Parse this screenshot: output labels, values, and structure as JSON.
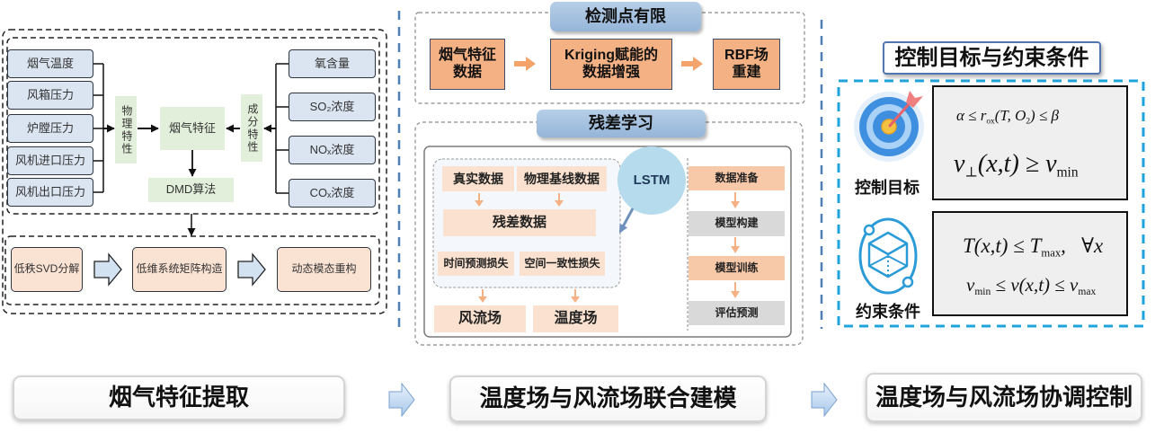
{
  "colors": {
    "input_box": "#dbe4f1",
    "feature_box": "#e2efda",
    "pipeline_box": "#fbe3d4",
    "orange_box": "#f4b183",
    "orange_arrow": "#f4a46a",
    "residual_box": "#fbe2d0",
    "lstm_circle": "#b6dbec",
    "gray_box": "#d9d9d9",
    "control_border": "#1fa3dc",
    "divider": "#4f7fb3"
  },
  "icons": {
    "objective": "target-icon",
    "constraint": "cube-icon",
    "stage_arrow": "block-arrow-right-icon"
  },
  "feature_extraction": {
    "physical_inputs": [
      "烟气温度",
      "风箱压力",
      "炉膛压力",
      "风机进口压力",
      "风机出口压力"
    ],
    "physical_label": "物理特性",
    "composition_inputs": [
      "氧含量",
      "SO₂浓度",
      "NOₓ浓度",
      "COₓ浓度"
    ],
    "composition_label": "成分特性",
    "flue_gas_feature": "烟气特征",
    "algorithm": "DMD算法",
    "pipeline": [
      "低秩SVD分解",
      "低维系统矩阵构造",
      "动态模态重构"
    ]
  },
  "joint_modeling": {
    "sparse_header": "检测点有限",
    "sparse_steps": [
      {
        "line1": "烟气特征",
        "line2": "数据"
      },
      {
        "line1": "Kriging赋能的",
        "line2": "数据增强"
      },
      {
        "line1": "RBF场",
        "line2": "重建"
      }
    ],
    "residual_header": "残差学习",
    "inputs": [
      "真实数据",
      "物理基线数据"
    ],
    "residual_data": "残差数据",
    "losses": [
      "时间预测损失",
      "空间一致性损失"
    ],
    "model": "LSTM",
    "outputs": [
      "风流场",
      "温度场"
    ],
    "workflow": [
      "数据准备",
      "模型构建",
      "模型训练",
      "评估预测"
    ]
  },
  "coordinated_control": {
    "title": "控制目标与约束条件",
    "objective": {
      "label": "控制目标",
      "formulas": [
        [
          {
            "text": "α ≤ r",
            "sub": "ox"
          },
          {
            "text": "(T, O",
            "sub": "2"
          },
          {
            "text": ") ≤ β",
            "sub": ""
          }
        ],
        [
          {
            "text": "v",
            "sub": "⊥"
          },
          {
            "text": "(x,t) ≥ v",
            "sub": "min"
          }
        ]
      ]
    },
    "constraint": {
      "label": "约束条件",
      "formulas": [
        [
          {
            "text": "T(x,t) ≤ T",
            "sub": "max"
          },
          {
            "text": ",   ∀x",
            "sub": ""
          }
        ],
        [
          {
            "text": "v",
            "sub": "min"
          },
          {
            "text": " ≤ v(x,t) ≤ v",
            "sub": "max"
          }
        ]
      ]
    }
  },
  "stages": [
    "烟气特征提取",
    "温度场与风流场联合建模",
    "温度场与风流场协调控制"
  ]
}
